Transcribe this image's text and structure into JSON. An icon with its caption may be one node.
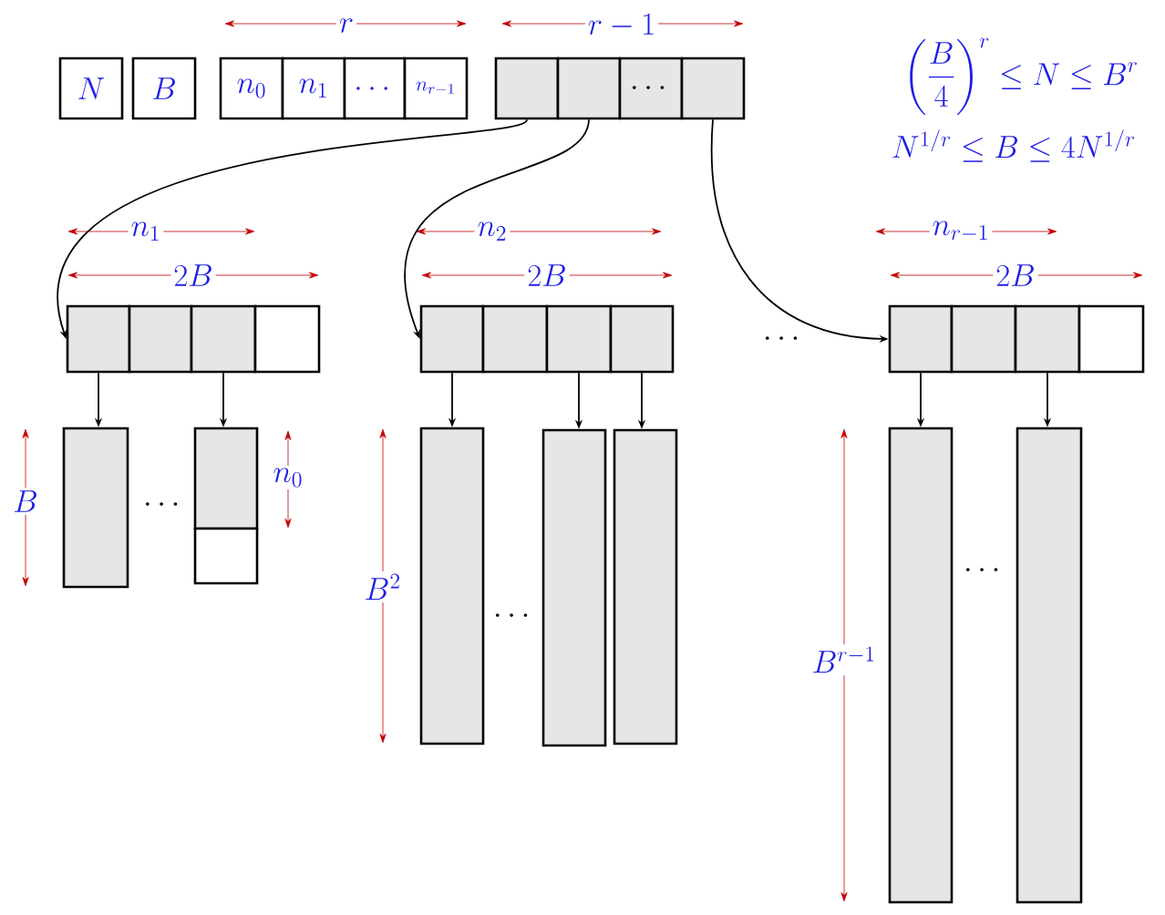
{
  "diagram": {
    "nodes": [
      {
        "text": [
          "N"
        ]
      },
      {
        "text": [
          "B"
        ]
      },
      {
        "text": [
          "n_0"
        ]
      },
      {
        "text": [
          "n_1"
        ]
      },
      {
        "text": [
          "\\dots"
        ]
      },
      {
        "text": [
          "n_{r-1}"
        ]
      },
      {
        "text": [],
        "shape": "box"
      },
      {
        "text": [],
        "shape": "box"
      },
      {
        "text": [
          "\\cdots"
        ]
      },
      {
        "text": [],
        "shape": "box"
      },
      {
        "text": [],
        "shape": "box"
      },
      {
        "text": [],
        "shape": "box"
      },
      {
        "text": [],
        "shape": "box"
      },
      {
        "text": [],
        "shape": "box"
      },
      {
        "text": [],
        "shape": "box"
      },
      {
        "text": [],
        "shape": "box"
      },
      {
        "text": [],
        "shape": "box"
      },
      {
        "text": [],
        "shape": "box"
      },
      {
        "text": [],
        "shape": "box"
      },
      {
        "text": [],
        "shape": "box"
      },
      {
        "text": [],
        "shape": "box"
      },
      {
        "text": [],
        "shape": "box"
      },
      {
        "text": [],
        "shape": "box"
      },
      {
        "text": [],
        "shape": "box"
      },
      {
        "text": [],
        "shape": "box"
      },
      {
        "text": [],
        "shape": "box"
      },
      {
        "text": [],
        "shape": "box"
      },
      {
        "text": [],
        "shape": "box"
      },
      {
        "text": [],
        "shape": "box"
      },
      {
        "text": [],
        "shape": "box"
      }
    ],
    "edges": [
      {
        "from": 6,
        "to": 10,
        "arrow": "to"
      },
      {
        "from": 7,
        "to": 14,
        "arrow": "to"
      },
      {
        "from": 9,
        "to": 18,
        "arrow": "to"
      },
      {
        "from": 10,
        "to": 22,
        "arrow": "to"
      },
      {
        "from": 12,
        "to": 23,
        "arrow": "to"
      },
      {
        "from": 14,
        "to": 25,
        "arrow": "to"
      },
      {
        "from": 16,
        "to": 26,
        "arrow": "to"
      },
      {
        "from": 17,
        "to": 27,
        "arrow": "to"
      },
      {
        "from": 18,
        "to": 28,
        "arrow": "to"
      },
      {
        "from": 20,
        "to": 29,
        "arrow": "to"
      }
    ],
    "labels": [
      "r",
      "r - 1",
      "\\left(\\frac{B}{4}\\right)^{r} \\leq N \\leq B^{r}",
      "N^{1/r} \\leq B \\leq 4N^{1/r}",
      "n_1",
      "n_2",
      "n_{r-1}",
      "2B",
      "2B",
      "2B",
      "\\cdots",
      "B",
      "\\cdots",
      "n_0",
      "B^2",
      "\\cdots",
      "\\cdots",
      "B^{r-1}"
    ]
  }
}
